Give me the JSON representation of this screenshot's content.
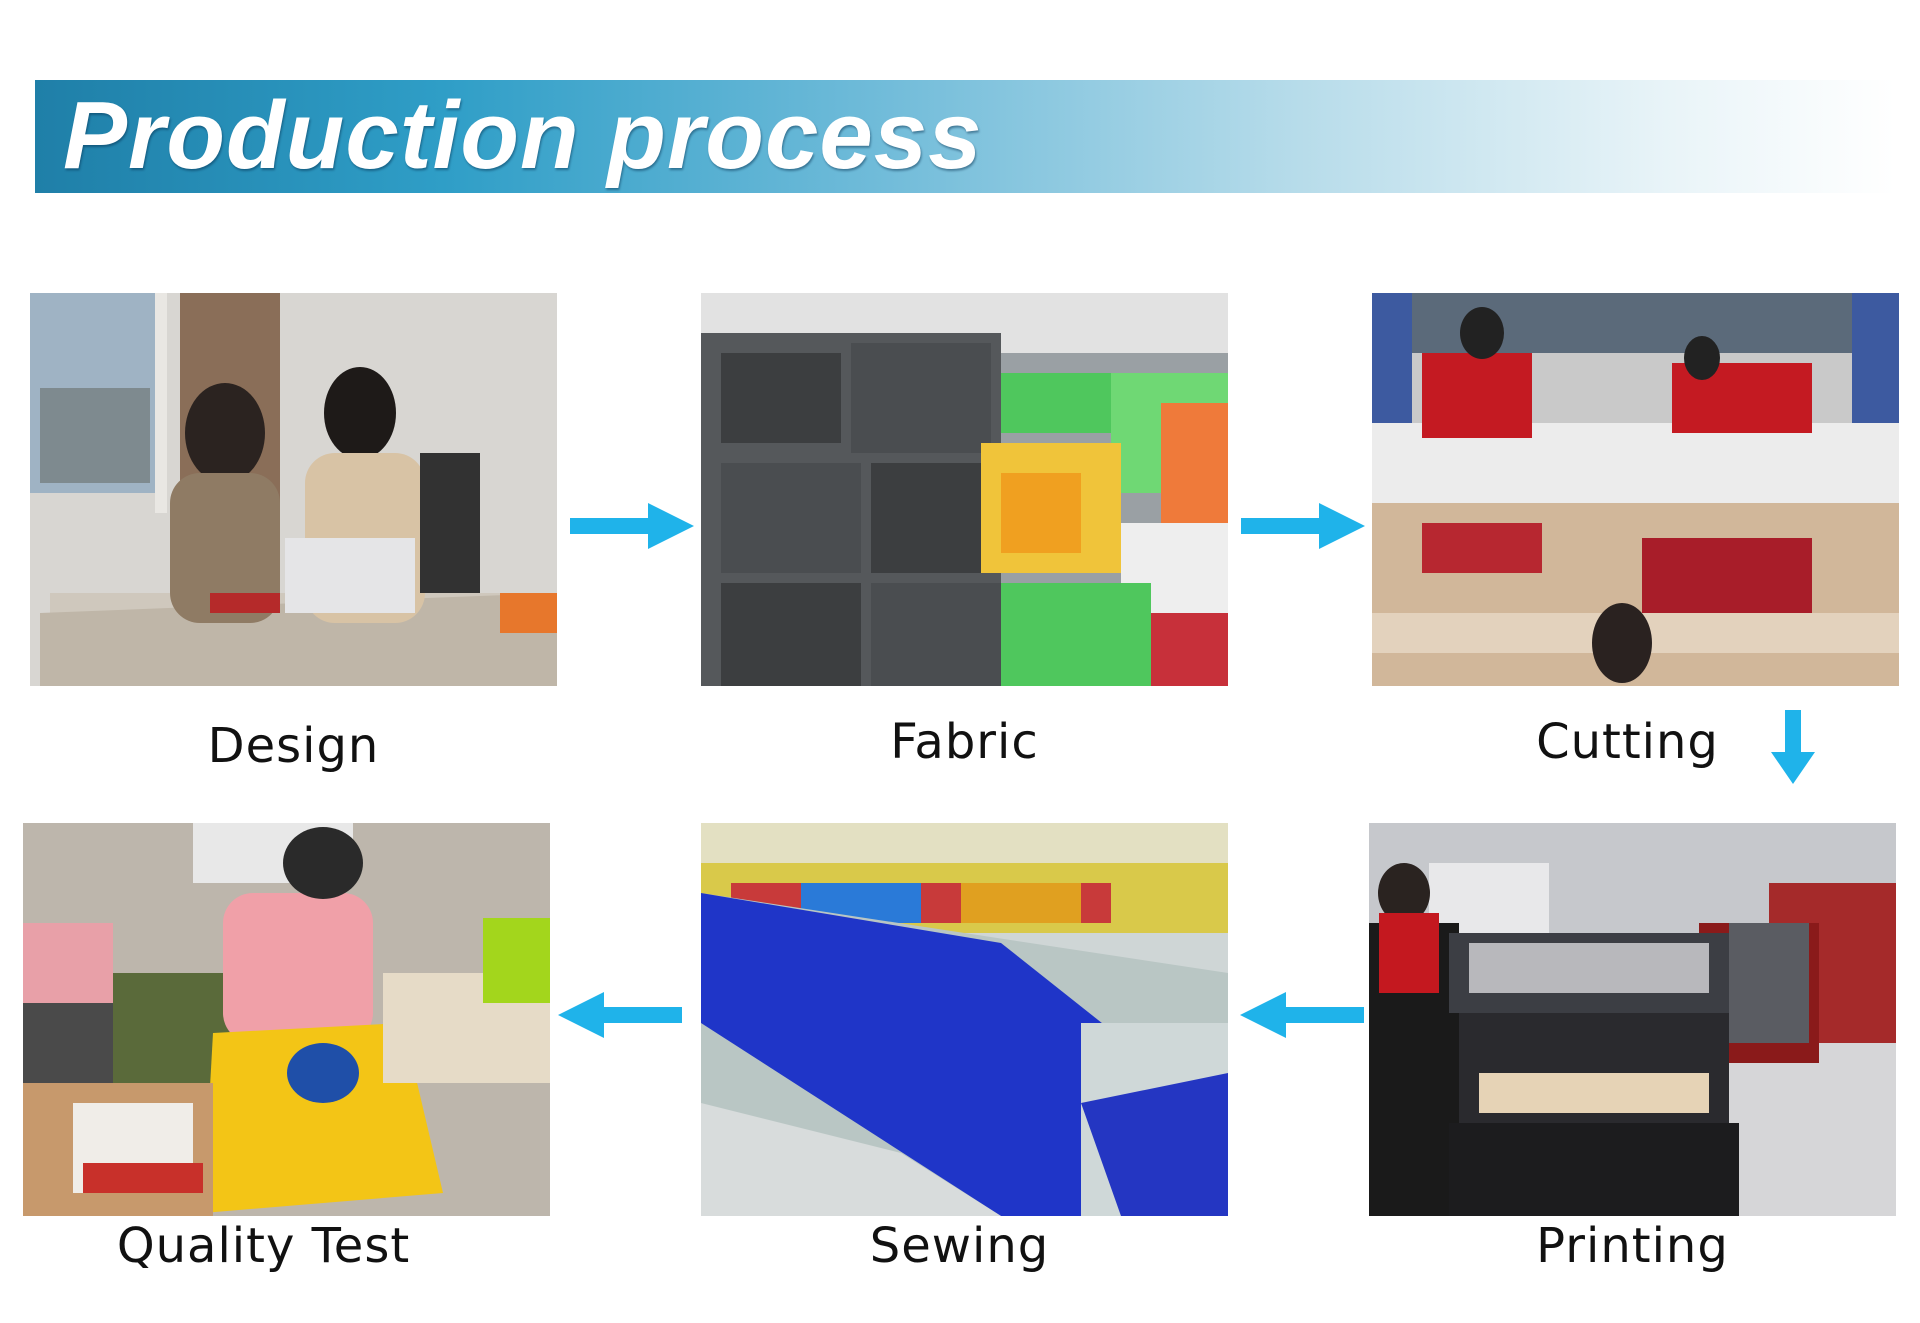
{
  "header": {
    "title": "Production process",
    "color": "#2a93bf"
  },
  "steps": [
    {
      "label": "Design"
    },
    {
      "label": "Fabric"
    },
    {
      "label": "Cutting"
    },
    {
      "label": "Printing"
    },
    {
      "label": "Sewing"
    },
    {
      "label": "Quality Test"
    }
  ],
  "arrow_color": "#1fb3ea",
  "icons": {
    "arrow_right": "arrow-right-icon",
    "arrow_down": "arrow-down-icon",
    "arrow_left": "arrow-left-icon"
  }
}
